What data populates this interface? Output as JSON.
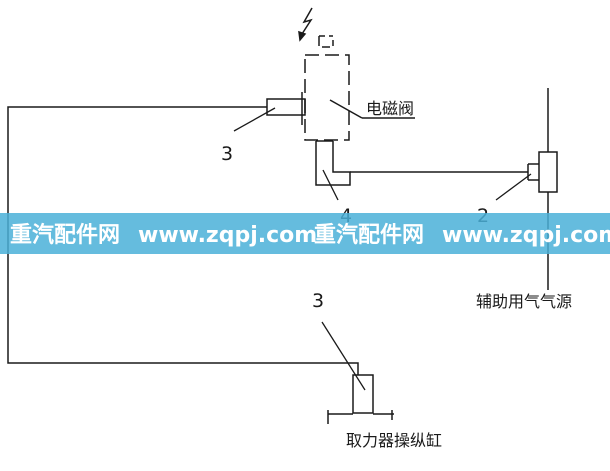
{
  "diagram": {
    "labels": {
      "solenoid_valve": "电磁阀",
      "aux_air_source": "辅助用气气源",
      "pto_cylinder": "取力器操纵缸",
      "num_3_top": "3",
      "num_4": "4",
      "num_2": "2",
      "num_3_bottom": "3"
    }
  },
  "watermark": {
    "segments": [
      "重汽配件网",
      "www.zqpj.com",
      "重汽配件网",
      "www.zqpj.com"
    ],
    "band_color": "#4ab0d8"
  }
}
